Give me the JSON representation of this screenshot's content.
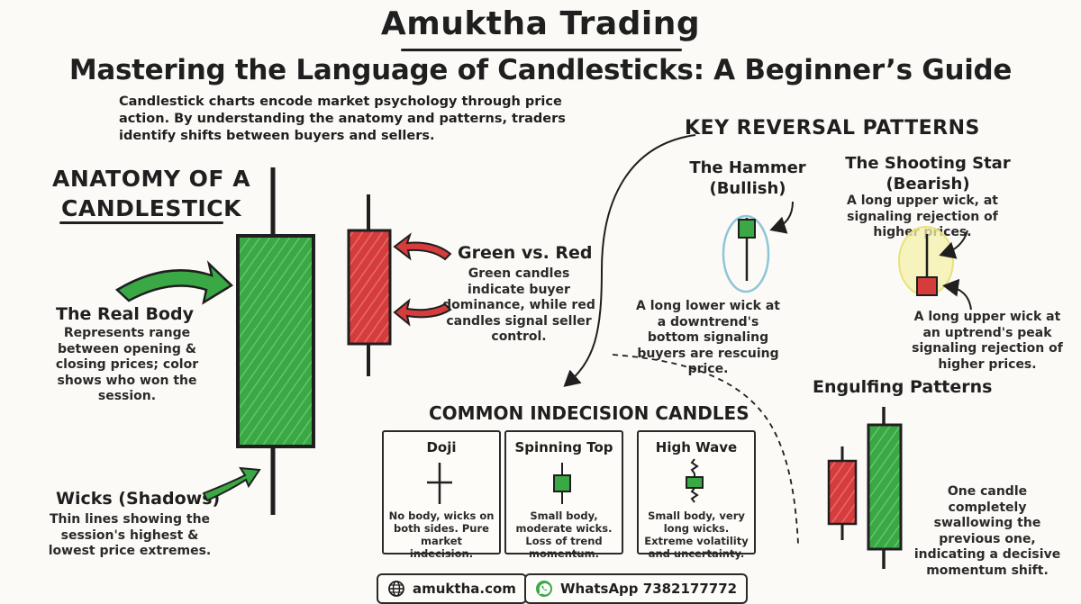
{
  "brand": "Amuktha Trading",
  "title": "Mastering the Language of Candlesticks: A Beginner’s Guide",
  "intro": "Candlestick charts encode market psychology through price action. By understanding the anatomy and patterns, traders identify shifts between buyers and sellers.",
  "anatomy": {
    "heading_line1": "ANATOMY OF A",
    "heading_line2": "CANDLESTICK",
    "real_body_label": "The Real Body",
    "real_body_desc": "Represents range between opening & closing prices; color shows who won the session.",
    "wicks_label": "Wicks (Shadows)",
    "wicks_desc": "Thin lines showing the session's highest & lowest price extremes.",
    "green_red_label": "Green vs. Red",
    "green_red_desc": "Green candles indicate buyer dominance, while red candles signal seller control."
  },
  "reversal": {
    "heading": "KEY REVERSAL PATTERNS",
    "hammer_title_1": "The Hammer",
    "hammer_title_2": "(Bullish)",
    "hammer_desc": "A long lower wick at a downtrend's bottom signaling buyers are rescuing price.",
    "star_title_1": "The Shooting Star",
    "star_title_2": "(Bearish)",
    "star_desc_top": "A long upper wick, at signaling rejection of higher prices.",
    "star_desc_bottom": "A long upper wick at an uptrend's peak signaling rejection of higher prices."
  },
  "indecision": {
    "heading": "COMMON INDECISION CANDLES",
    "cards": [
      {
        "title": "Doji",
        "desc": "No body, wicks on both sides. Pure market indecision."
      },
      {
        "title": "Spinning Top",
        "desc": "Small body, moderate wicks. Loss of trend momentum."
      },
      {
        "title": "High Wave",
        "desc": "Small body, very long wicks. Extreme volatility and uncertainty."
      }
    ]
  },
  "engulfing": {
    "heading": "Engulfing Patterns",
    "desc": "One candle completely swallowing the previous one, indicating a decisive momentum shift."
  },
  "footer": {
    "website": "amuktha.com",
    "whatsapp": "WhatsApp 7382177772"
  },
  "colors": {
    "green": "#3aa845",
    "red": "#d63c3c",
    "ink": "#1f1f1f"
  },
  "icons": [
    "globe-icon",
    "whatsapp-icon",
    "arrow-icon"
  ]
}
